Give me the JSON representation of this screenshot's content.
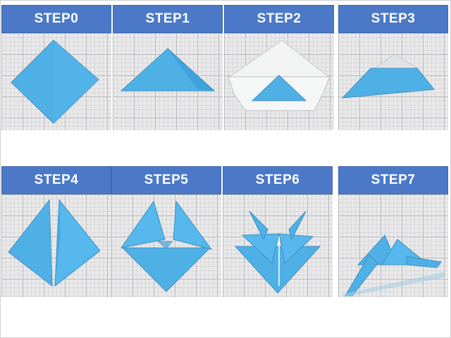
{
  "steps": [
    {
      "label": "STEP0"
    },
    {
      "label": "STEP1"
    },
    {
      "label": "STEP2"
    },
    {
      "label": "STEP3"
    },
    {
      "label": "STEP4"
    },
    {
      "label": "STEP5"
    },
    {
      "label": "STEP6"
    },
    {
      "label": "STEP7"
    }
  ],
  "colors": {
    "header": "#4b79c8",
    "paper_blue": "#4fb0e6",
    "paper_white": "#f2f3f3"
  }
}
